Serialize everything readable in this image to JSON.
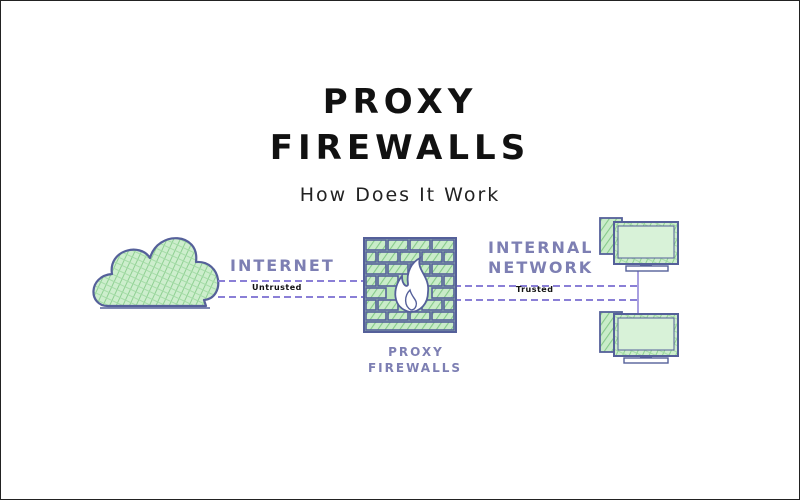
{
  "title": {
    "line1": "PROXY",
    "line2": "FIREWALLS",
    "subtitle": "How Does It Work"
  },
  "labels": {
    "internet": "INTERNET",
    "untrusted": "Untrusted",
    "internal_line1": "INTERNAL",
    "internal_line2": "NETWORK",
    "trusted": "Trusted",
    "proxy_line1": "PROXY",
    "proxy_line2": "FIREWALLS"
  },
  "colors": {
    "accent_purple": "#7d7fb3",
    "fill_green": "#9fd9a0",
    "outline": "#55609a",
    "dashed_line": "#8a7fd6"
  },
  "icons": [
    "cloud-icon",
    "firewall-icon",
    "computer-icon",
    "computer-icon"
  ]
}
